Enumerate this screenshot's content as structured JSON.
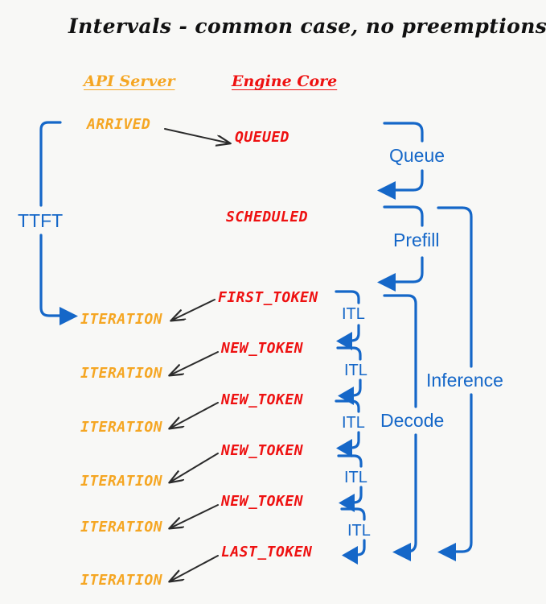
{
  "diagram": {
    "title": "Intervals - common case, no preemptions",
    "background_color": "#f8f8f6",
    "colors": {
      "api_server": "#F5A623",
      "engine_core": "#EE1111",
      "interval_blue": "#1567C8",
      "arrow_black": "#2b2b2b"
    },
    "columns": [
      {
        "id": "api-server",
        "label": "API Server",
        "color": "#F5A623"
      },
      {
        "id": "engine-core",
        "label": "Engine Core",
        "color": "#EE1111"
      }
    ],
    "api_server_states": [
      {
        "label": "ARRIVED"
      },
      {
        "label": "ITERATION"
      },
      {
        "label": "ITERATION"
      },
      {
        "label": "ITERATION"
      },
      {
        "label": "ITERATION"
      },
      {
        "label": "ITERATION"
      },
      {
        "label": "ITERATION"
      }
    ],
    "engine_core_states": [
      {
        "label": "QUEUED"
      },
      {
        "label": "SCHEDULED"
      },
      {
        "label": "FIRST_TOKEN"
      },
      {
        "label": "NEW_TOKEN"
      },
      {
        "label": "NEW_TOKEN"
      },
      {
        "label": "NEW_TOKEN"
      },
      {
        "label": "NEW_TOKEN"
      },
      {
        "label": "LAST_TOKEN"
      }
    ],
    "intervals": [
      {
        "id": "ttft",
        "label": "TTFT",
        "side": "left"
      },
      {
        "id": "queue",
        "label": "Queue",
        "side": "right"
      },
      {
        "id": "prefill",
        "label": "Prefill",
        "side": "right"
      },
      {
        "id": "decode",
        "label": "Decode",
        "side": "right"
      },
      {
        "id": "inference",
        "label": "Inference",
        "side": "right"
      }
    ],
    "itl_labels": [
      {
        "label": "ITL"
      },
      {
        "label": "ITL"
      },
      {
        "label": "ITL"
      },
      {
        "label": "ITL"
      },
      {
        "label": "ITL"
      }
    ]
  }
}
